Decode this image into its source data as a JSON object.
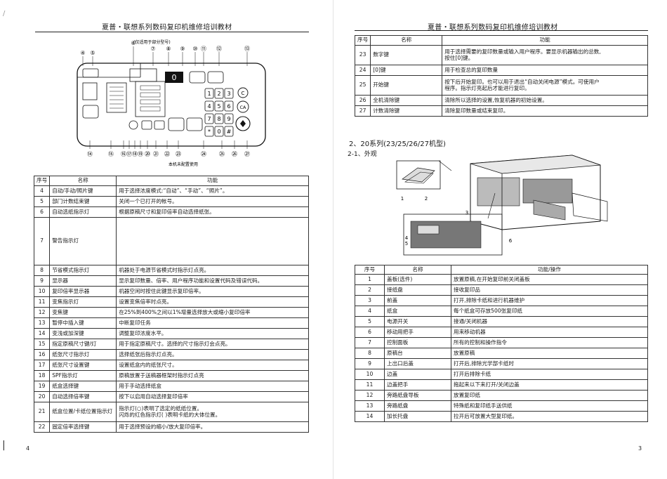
{
  "left_page": {
    "header": "夏普・联想系列数码复印机维修培训教材",
    "page_number": "4",
    "panel_figure": {
      "top_caption": "(仅适用于部分型号)",
      "bottom_caption": "本机未配置使用",
      "callouts_top": [
        "④",
        "⑤",
        "⑥",
        "⑦",
        "⑧",
        "⑨",
        "⑩",
        "⑪",
        "⑫",
        "⑬"
      ],
      "callouts_bottom": [
        "⑭",
        "⑮",
        "⑯",
        "⑰",
        "⑱",
        "⑲",
        "⑳",
        "㉑",
        "㉒",
        "㉓",
        "㉔",
        "㉕",
        "㉖",
        "㉗"
      ],
      "keypad": [
        "1",
        "2",
        "3",
        "4",
        "5",
        "6",
        "7",
        "8",
        "9",
        "*",
        "0",
        "#"
      ],
      "key_labels": [
        "C",
        "CA"
      ],
      "display_digit": "0"
    },
    "table": {
      "headers": [
        "序号",
        "名称",
        "功能"
      ],
      "rows": [
        {
          "no": "4",
          "name": "自动/手动/照片键",
          "func": "用于选择浓度模式:“自动”、“手动”、“照片”。"
        },
        {
          "no": "5",
          "name": "部门计数结束键",
          "func": "关闭一个已打开的帐号。"
        },
        {
          "no": "6",
          "name": "自动选纸指示灯",
          "func": "根据原稿尺寸和复印倍率自动选择纸张。"
        },
        {
          "no": "7",
          "name": "警告指示灯",
          "func": ""
        },
        {
          "no": "8",
          "name": "节省模式指示灯",
          "func": "机器处于电源节省模式时指示灯点亮。"
        },
        {
          "no": "9",
          "name": "显示器",
          "func": "显示复印数量、倍率、用户程序功能和设置代码及错误代码。"
        },
        {
          "no": "10",
          "name": "复印倍率显示器",
          "func": "机器空闲时按住此键显示复印倍率。"
        },
        {
          "no": "11",
          "name": "变焦指示灯",
          "func": "设置变焦倍率时点亮。"
        },
        {
          "no": "12",
          "name": "变焦键",
          "func": "在25%到400%之间以1%增量选择放大或缩小复印倍率"
        },
        {
          "no": "13",
          "name": "暂停中插入键",
          "func": "中断复印任务"
        },
        {
          "no": "14",
          "name": "变浅或加深键",
          "func": "调整复印浓度水平。"
        },
        {
          "no": "15",
          "name": "指定原稿尺寸键/灯",
          "func": "用于指定原稿尺寸。选择的尺寸指示灯会点亮。"
        },
        {
          "no": "16",
          "name": "纸张尺寸指示灯",
          "func": "选择纸张后指示灯点亮。"
        },
        {
          "no": "17",
          "name": "纸张尺寸设置键",
          "func": "设置纸盒内的纸张尺寸。"
        },
        {
          "no": "18",
          "name": "SPF指示灯",
          "func": "原稿放置于送稿器框架时指示灯点亮"
        },
        {
          "no": "19",
          "name": "纸盒选择键",
          "func": "用于手动选择纸盒"
        },
        {
          "no": "20",
          "name": "自动选择倍率键",
          "func": "按下以启用自动选择复印倍率"
        },
        {
          "no": "21",
          "name": "纸盒位置/卡纸位置指示灯",
          "func": "指示灯(○)表明了选定的纸纸位置。",
          "func2": "闪烁的红色指示灯(  )表明卡纸的大体位置。"
        },
        {
          "no": "22",
          "name": "固定倍率选择键",
          "func": "用于选择预设的缩小/放大复印倍率。"
        }
      ]
    }
  },
  "right_page": {
    "header": "夏普・联想系列数码复印机维修培训教材",
    "page_number": "3",
    "table_top": {
      "headers": [
        "序号",
        "名称",
        "功能"
      ],
      "rows": [
        {
          "no": "23",
          "name": "数字键",
          "func": "用于选择需要的复印数量或输入用户程序。要显示机器输出的总数,",
          "func2": "按住[0]键。"
        },
        {
          "no": "24",
          "name": "[0]键",
          "func": "用于检查总的复印数量"
        },
        {
          "no": "25",
          "name": "开始键",
          "func": "按下后开始复印。也可以用于退出“自动关闭电源”模式。可使用户",
          "func2": "程序。指示灯亮起后才能进行复印。"
        },
        {
          "no": "26",
          "name": "全机清除键",
          "func": "清除所以选择的设置,恢复机器的初始设置。"
        },
        {
          "no": "27",
          "name": "计数清除键",
          "func": "清除复印数量或结束复印。"
        }
      ]
    },
    "section_title": "2、20系列(23/25/26/27机型)",
    "subsection_title": "2-1、外观",
    "machine_figure": {
      "callouts": [
        "1",
        "2",
        "3",
        "4",
        "5",
        "6"
      ]
    },
    "table_bottom": {
      "headers": [
        "序号",
        "名称",
        "功能/操作"
      ],
      "rows": [
        {
          "no": "1",
          "name": "盖板(选件)",
          "func": "放置原稿,在开始复印前关闭盖板"
        },
        {
          "no": "2",
          "name": "接纸盘",
          "func": "接收复印品"
        },
        {
          "no": "3",
          "name": "前盖",
          "func": "打开,排除卡纸和进行机器维护"
        },
        {
          "no": "4",
          "name": "纸盒",
          "func": "每个纸盒可存放500张复印纸"
        },
        {
          "no": "5",
          "name": "电源开关",
          "func": "接通/关闭机器"
        },
        {
          "no": "6",
          "name": "移动用把手",
          "func": "用来移动机器"
        },
        {
          "no": "7",
          "name": "控制面板",
          "func": "所有的控制和操作指令"
        },
        {
          "no": "8",
          "name": "原稿台",
          "func": "放置原稿"
        },
        {
          "no": "9",
          "name": "上出口后盖",
          "func": "打开后,排除光学部卡纸时"
        },
        {
          "no": "10",
          "name": "边盖",
          "func": "打开后排除卡纸"
        },
        {
          "no": "11",
          "name": "边盖把手",
          "func": "拖起来以下来打开/关闭边盖"
        },
        {
          "no": "12",
          "name": "旁路纸盘导板",
          "func": "放置复印纸"
        },
        {
          "no": "13",
          "name": "旁路纸盘",
          "func": "特殊纸和复印纸手送供纸"
        },
        {
          "no": "14",
          "name": "加长托盘",
          "func": "拉开后可放置大型复印纸。"
        }
      ]
    }
  }
}
